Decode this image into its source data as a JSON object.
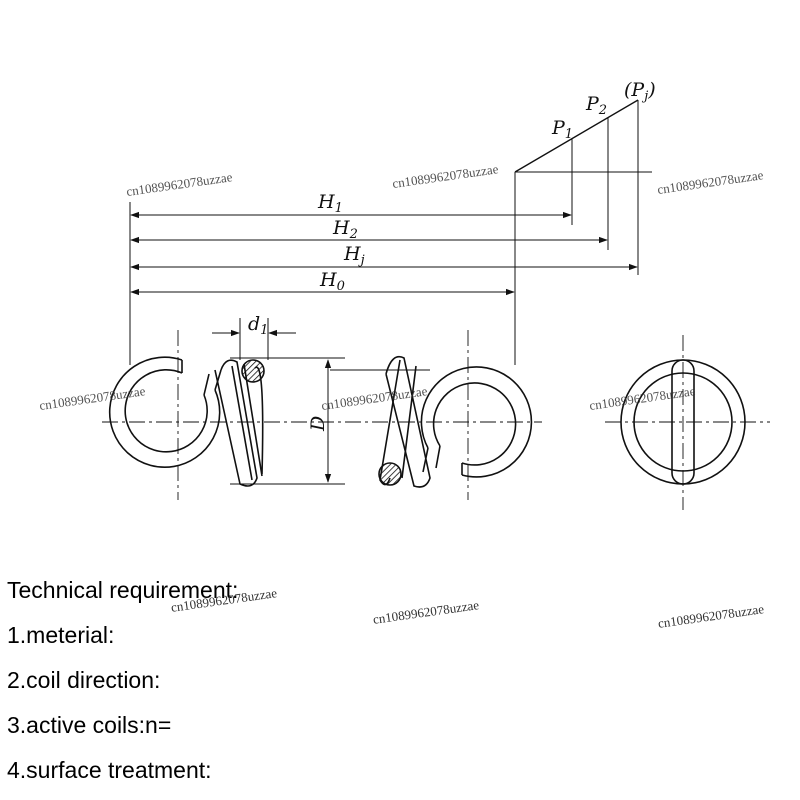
{
  "labels": {
    "p1": "P",
    "p1_sub": "1",
    "p2": "P",
    "p2_sub": "2",
    "pj": "(P",
    "pj_sub": "j",
    "pj_close": ")",
    "h1": "H",
    "h1_sub": "1",
    "h2": "H",
    "h2_sub": "2",
    "hj": "H",
    "hj_sub": "j",
    "h0": "H",
    "h0_sub": "0",
    "d1": "d",
    "d1_sub": "1",
    "D": "D"
  },
  "requirements": {
    "title": "Technical requirement:",
    "item1": "1.meterial:",
    "item2": "2.coil direction:",
    "item3": "3.active coils:n=",
    "item4": "4.surface treatment:"
  },
  "watermark": "cn1089962078uzzae"
}
